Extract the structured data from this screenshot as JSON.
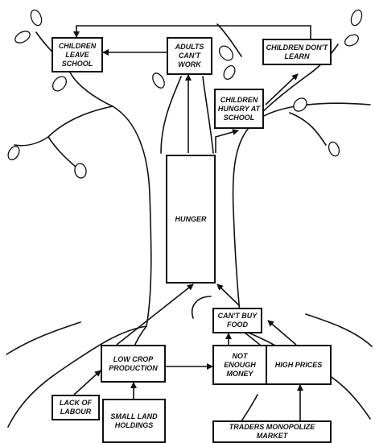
{
  "diagram": {
    "title": "",
    "colors": {
      "ink": "#111111",
      "paper": "#ffffff"
    },
    "nodes": {
      "children_leave_school": "CHILDREN\nLEAVE\nSCHOOL",
      "adults_cant_work": "ADULTS\nCAN'T\nWORK",
      "children_dont_learn": "CHILDREN DON'T\nLEARN",
      "children_hungry_at_school": "CHILDREN\nHUNGRY AT\nSCHOOL",
      "hunger": "HUNGER",
      "cant_buy_food": "CAN'T BUY\nFOOD",
      "low_crop_production": "LOW CROP\nPRODUCTION",
      "not_enough_money": "NOT\nENOUGH\nMONEY",
      "high_prices": "HIGH PRICES",
      "lack_of_labour": "LACK OF\nLABOUR",
      "small_land_holdings": "SMALL LAND\nHOLDINGS",
      "traders_monopolize_market": "TRADERS MONOPOLIZE\nMARKET"
    },
    "edges": [
      [
        "hunger",
        "adults_cant_work"
      ],
      [
        "hunger",
        "children_hungry_at_school"
      ],
      [
        "children_hungry_at_school",
        "children_dont_learn"
      ],
      [
        "adults_cant_work",
        "children_leave_school"
      ],
      [
        "children_dont_learn",
        "children_leave_school"
      ],
      [
        "low_crop_production",
        "hunger"
      ],
      [
        "cant_buy_food",
        "hunger"
      ],
      [
        "not_enough_money",
        "cant_buy_food"
      ],
      [
        "high_prices",
        "cant_buy_food"
      ],
      [
        "low_crop_production",
        "not_enough_money"
      ],
      [
        "lack_of_labour",
        "low_crop_production"
      ],
      [
        "small_land_holdings",
        "low_crop_production"
      ],
      [
        "traders_monopolize_market",
        "high_prices"
      ]
    ]
  }
}
